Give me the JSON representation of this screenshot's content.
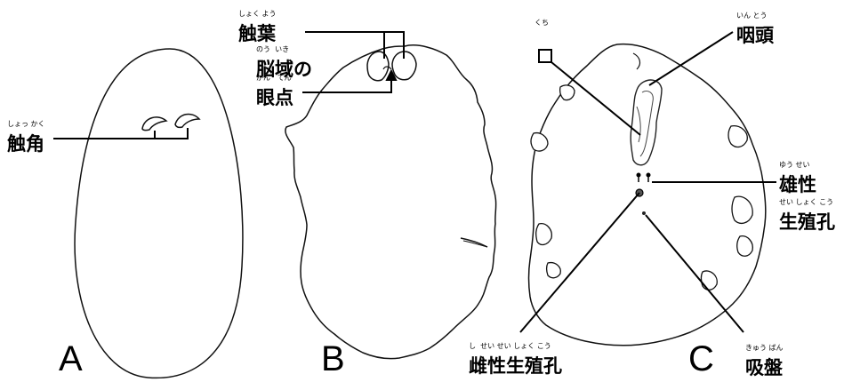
{
  "panels": {
    "a": "A",
    "b": "B",
    "c": "C"
  },
  "labels": {
    "tentacle": {
      "text": "触角",
      "ruby": "しょっ かく"
    },
    "tentacle_leaf": {
      "text": "触葉",
      "ruby": "しょく よう"
    },
    "brain_region": {
      "text": "脳域の",
      "ruby": "のう  いき"
    },
    "eye_spot": {
      "text": "眼点",
      "ruby": "がん   てん"
    },
    "mouth": {
      "text": "口",
      "ruby": "くち"
    },
    "pharynx": {
      "text": "咽頭",
      "ruby": "いん とう"
    },
    "male_pore_1": {
      "text": "雄性",
      "ruby": "ゆう せい"
    },
    "male_pore_2": {
      "text": "生殖孔",
      "ruby": "せい しょく こう"
    },
    "female_pore": {
      "text": "雌性生殖孔",
      "ruby": "し  せい せい しょく こう"
    },
    "sucker": {
      "text": "吸盤",
      "ruby": "きゅう ばん"
    }
  }
}
